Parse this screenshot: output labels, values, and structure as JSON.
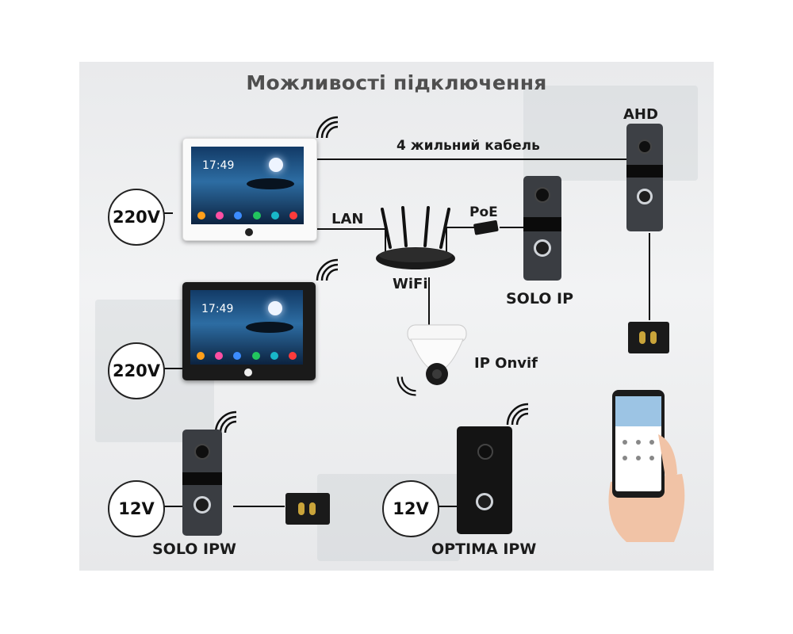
{
  "title": "Можливості підключення",
  "labels": {
    "cable": "4 жильний кабель",
    "lan": "LAN",
    "wifi": "WiFi",
    "poe": "PoE",
    "ahd": "AHD",
    "solo_ip": "SOLO IP",
    "ip_onvif": "IP Onvif",
    "solo_ipw": "SOLO IPW",
    "optima_ipw": "OPTIMA IPW"
  },
  "power": {
    "monitor_white": "220V",
    "monitor_black": "220V",
    "solo_ipw": "12V",
    "optima_ipw": "12V"
  },
  "monitor_screen": {
    "time": "17:49"
  },
  "icons": [
    "wifi-signal-icon",
    "router-icon",
    "poe-injector-icon",
    "ip-camera-icon",
    "electric-lock-icon",
    "smartphone-icon"
  ],
  "colors": {
    "wire": "#111111",
    "title": "#4f4f4f",
    "lock_pin": "#c9a43a"
  }
}
